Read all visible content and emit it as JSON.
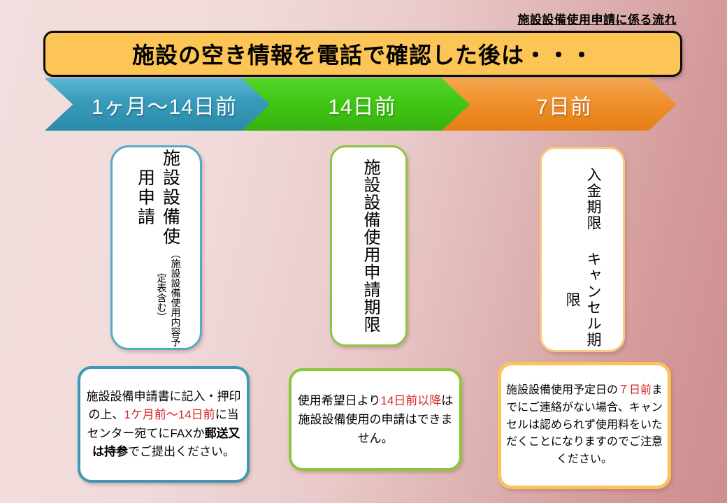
{
  "page": {
    "header_link": "施設設備使用申請に係る流れ",
    "title": "施設の空き情報を電話で確認した後は・・・"
  },
  "colors": {
    "background_pink_light": "#f2dede",
    "background_pink_dark": "#cd8e8e",
    "title_banner_bg": "#fcc555",
    "arrow_blue": "#2e94b4",
    "arrow_green": "#40c614",
    "arrow_orange": "#ee8f2b",
    "card_border_blue": "#55abc6",
    "card_border_green": "#8cc63f",
    "card_border_orange": "#f9c97e",
    "note_border_blue": "#3e98b4",
    "note_border_green": "#8cc63f",
    "note_border_gold": "#fbc45a",
    "red_text": "#d62424"
  },
  "timeline": {
    "steps": [
      {
        "label": "1ヶ月〜14日前",
        "color": "#2e94b4"
      },
      {
        "label": "14日前",
        "color": "#40c614"
      },
      {
        "label": "7日前",
        "color": "#ee8f2b"
      }
    ]
  },
  "cards": [
    {
      "title_main": "施設設備使用申請",
      "title_sub": "（施設設備使用内容予定表含む）"
    },
    {
      "title_main": "施設設備使用申請期限"
    },
    {
      "title_main": "入金期限",
      "title_sub": "キャンセル期限"
    }
  ],
  "notes": [
    {
      "segments": [
        {
          "text": "施設設備申請書に記入・押印の上、",
          "style": "plain"
        },
        {
          "text": "1ケ月前〜14日前",
          "style": "red"
        },
        {
          "text": "に当センター宛てにFAXか",
          "style": "plain"
        },
        {
          "text": "郵送又は持参",
          "style": "bold"
        },
        {
          "text": "でご提出ください。",
          "style": "plain"
        }
      ]
    },
    {
      "segments": [
        {
          "text": "使用希望日より",
          "style": "plain"
        },
        {
          "text": "14日前以降",
          "style": "red"
        },
        {
          "text": "は施設設備使用の申請はできません。",
          "style": "plain"
        }
      ]
    },
    {
      "segments": [
        {
          "text": "施設設備使用予定日の",
          "style": "plain"
        },
        {
          "text": "７日前",
          "style": "red"
        },
        {
          "text": "までにご連絡がない場合、キャンセルは認められず使用料をいただくことになりますのでご注意ください。",
          "style": "plain"
        }
      ]
    }
  ]
}
